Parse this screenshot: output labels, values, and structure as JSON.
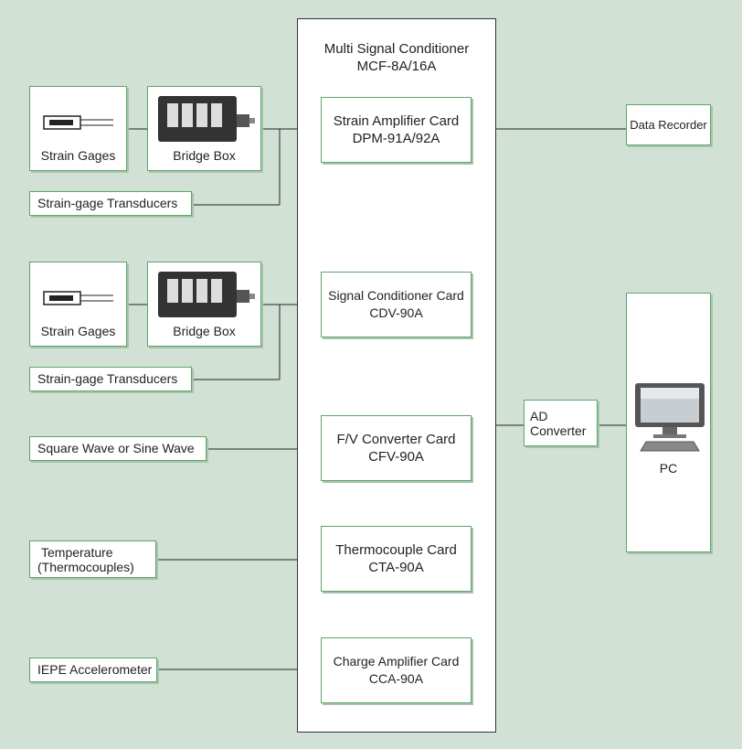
{
  "conditioner": {
    "title_line1": "Multi Signal Conditioner",
    "title_line2": "MCF-8A/16A"
  },
  "cards": [
    {
      "line1": "Strain Amplifier Card",
      "line2": "DPM-91A/92A"
    },
    {
      "line1": "Signal Conditioner Card",
      "line2": "CDV-90A"
    },
    {
      "line1": "F/V Converter Card",
      "line2": "CFV-90A"
    },
    {
      "line1": "Thermocouple Card",
      "line2": "CTA-90A"
    },
    {
      "line1": "Charge Amplifier Card",
      "line2": "CCA-90A"
    }
  ],
  "inputs": {
    "strain_gages": "Strain Gages",
    "bridge_box": "Bridge Box",
    "transducers": "Strain-gage Transducers",
    "square_wave": "Square Wave or Sine Wave",
    "temperature_line1": "Temperature",
    "temperature_line2": "(Thermocouples)",
    "iepe": "IEPE Accelerometer"
  },
  "outputs": {
    "data_recorder": "Data Recorder",
    "ad_line1": "AD",
    "ad_line2": "Converter",
    "pc": "PC"
  },
  "colors": {
    "background": "#d2e1d6",
    "box_border": "#5fa56b",
    "wire": "#222222"
  },
  "icons": [
    "strain-gage-icon",
    "bridge-box-icon",
    "pc-monitor-icon"
  ]
}
